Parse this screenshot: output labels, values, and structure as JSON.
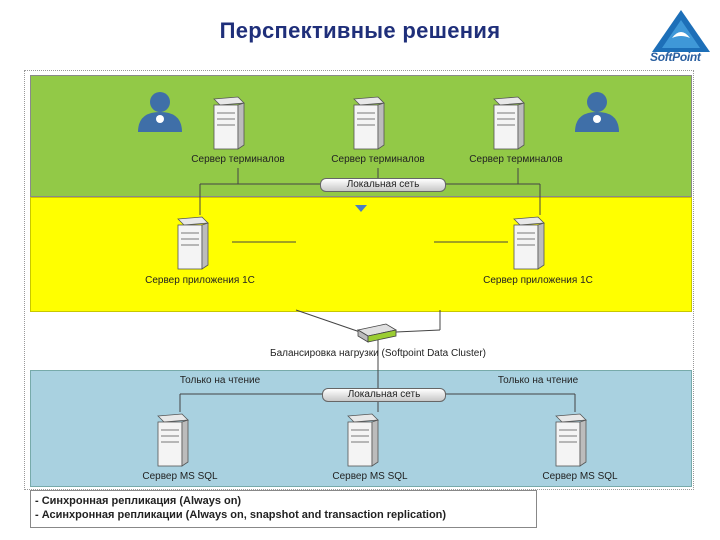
{
  "header": {
    "title": "Перспективные решения",
    "logo_text": "SoftPoint"
  },
  "zones": {
    "terminal": {
      "servers": [
        "Сервер терминалов",
        "Сервер терминалов",
        "Сервер терминалов"
      ],
      "network": "Локальная сеть"
    },
    "application": {
      "servers": [
        "Сервер приложения 1С",
        "Сервер приложения 1С"
      ]
    },
    "balancer": {
      "label": "Балансировка нагрузки (Softpoint Data Cluster)"
    },
    "database": {
      "read_only_left": "Только на чтение",
      "read_only_right": "Только на чтение",
      "network": "Локальная сеть",
      "servers": [
        "Сервер MS SQL",
        "Сервер MS SQL",
        "Сервер MS SQL"
      ]
    }
  },
  "legend": {
    "line1": "- Синхронная репликация (Always on)",
    "line2": "- Асинхронная репликации (Always on, snapshot and transaction replication)"
  },
  "colors": {
    "green": "#92c947",
    "yellow": "#ffff00",
    "blue": "#a9d1e0",
    "title": "#1f2f7a"
  }
}
